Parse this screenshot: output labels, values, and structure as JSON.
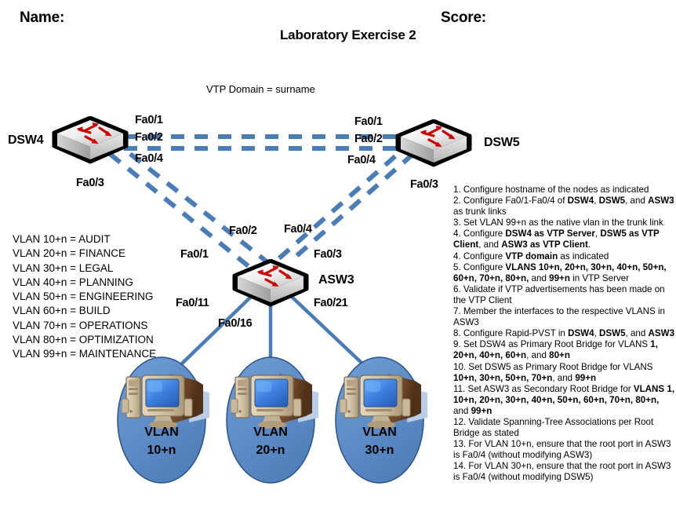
{
  "header": {
    "name_label": "Name:",
    "score_label": "Score:",
    "title": "Laboratory Exercise 2"
  },
  "diagram": {
    "vtp_domain_label": "VTP Domain = surname",
    "devices": [
      {
        "id": "dsw4",
        "label": "DSW4",
        "type": "switch"
      },
      {
        "id": "dsw5",
        "label": "DSW5",
        "type": "switch"
      },
      {
        "id": "asw3",
        "label": "ASW3",
        "type": "switch"
      }
    ],
    "dsw4_ports": {
      "p1": "Fa0/1",
      "p2": "Fa0/2",
      "p4": "Fa0/4",
      "p3": "Fa0/3"
    },
    "dsw5_ports": {
      "p1": "Fa0/1",
      "p2": "Fa0/2",
      "p4": "Fa0/4",
      "p3": "Fa0/3"
    },
    "asw3_ports": {
      "p2": "Fa0/2",
      "p4": "Fa0/4",
      "p1": "Fa0/1",
      "p3": "Fa0/3",
      "p11": "Fa0/11",
      "p16": "Fa0/16",
      "p21": "Fa0/21"
    },
    "clouds": [
      {
        "id": "vlan10",
        "line1": "VLAN",
        "line2": "10+n"
      },
      {
        "id": "vlan20",
        "line1": "VLAN",
        "line2": "20+n"
      },
      {
        "id": "vlan30",
        "line1": "VLAN",
        "line2": "30+n"
      }
    ],
    "colors": {
      "trunk_link": "#4a7cb5",
      "access_link": "#4a7cb5",
      "cloud_fill": "#5b8ac5",
      "cloud_stroke": "#2a5387",
      "switch_arrow": "#cc0000"
    }
  },
  "vlan_legend": [
    "VLAN 10+n = AUDIT",
    "VLAN 20+n = FINANCE",
    "VLAN 30+n = LEGAL",
    "VLAN 40+n = PLANNING",
    "VLAN 50+n = ENGINEERING",
    "VLAN 60+n = BUILD",
    "VLAN 70+n = OPERATIONS",
    "VLAN 80+n = OPTIMIZATION",
    "VLAN 99+n = MAINTENANCE"
  ],
  "instructions": [
    {
      "n": 1,
      "html": "1. Configure hostname of the nodes as indicated"
    },
    {
      "n": 2,
      "html": "2. Configure Fa0/1-Fa0/4 of <b>DSW4</b>, <b>DSW5</b>, and <b>ASW3</b> as trunk links"
    },
    {
      "n": 3,
      "html": "3. Set VLAN 99+n as the native vlan in the trunk link"
    },
    {
      "n": 4,
      "html": "4. Configure <b>DSW4 as VTP Server</b>, <b>DSW5 as VTP Client</b>, and <b>ASW3 as VTP Client</b>."
    },
    {
      "n": 5,
      "html": "4. Configure <b>VTP domain</b> as indicated"
    },
    {
      "n": 6,
      "html": "5. Configure <b>VLANS 10+n, 20+n, 30+n, 40+n, 50+n, 60+n, 70+n, 80+n,</b> and <b>99+n</b> in VTP Server"
    },
    {
      "n": 7,
      "html": "6. Validate if VTP advertisements has been made on the VTP Client"
    },
    {
      "n": 8,
      "html": "7. Member the interfaces to the respective VLANS in ASW3"
    },
    {
      "n": 9,
      "html": "8. Configure Rapid-PVST in <b>DSW4</b>, <b>DSW5</b>, and <b>ASW3</b>"
    },
    {
      "n": 10,
      "html": "9. Set DSW4 as Primary Root Bridge for VLANS <b>1, 20+n, 40+n, 60+n</b>, and <b>80+n</b>"
    },
    {
      "n": 11,
      "html": "10. Set DSW5 as Primary Root Bridge for VLANS <b>10+n, 30+n, 50+n, 70+n</b>, and <b>99+n</b>"
    },
    {
      "n": 12,
      "html": "11. Set ASW3 as Secondary Root Bridge for <b>VLANS 1, 10+n, 20+n, 30+n, 40+n, 50+n, 60+n, 70+n, 80+n,</b> and <b>99+n</b>"
    },
    {
      "n": 13,
      "html": "12. Validate Spanning-Tree Associations per Root Bridge as stated"
    },
    {
      "n": 14,
      "html": "13. For VLAN 10+n, ensure that the root port in ASW3 is Fa0/4 (without modifying ASW3)"
    },
    {
      "n": 15,
      "html": "14. For VLAN 30+n, ensure that the root port in ASW3 is Fa0/4 (without modifying DSW5)"
    }
  ]
}
